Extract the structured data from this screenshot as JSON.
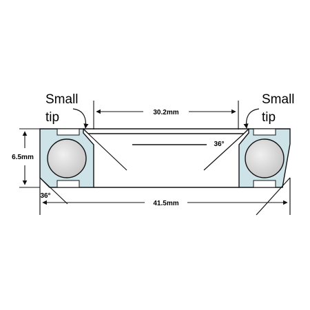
{
  "diagram": {
    "labels": {
      "tip_left_1": "Small",
      "tip_left_2": "tip",
      "tip_right_1": "Small",
      "tip_right_2": "tip",
      "inner_diameter": "30.2mm",
      "outer_diameter": "41.5mm",
      "height": "6.5mm",
      "angle_inner": "36°",
      "angle_outer": "36°"
    },
    "colors": {
      "race_fill": "#cde3e8",
      "ball_fill": "#d9d9d9",
      "line": "#111111"
    }
  }
}
